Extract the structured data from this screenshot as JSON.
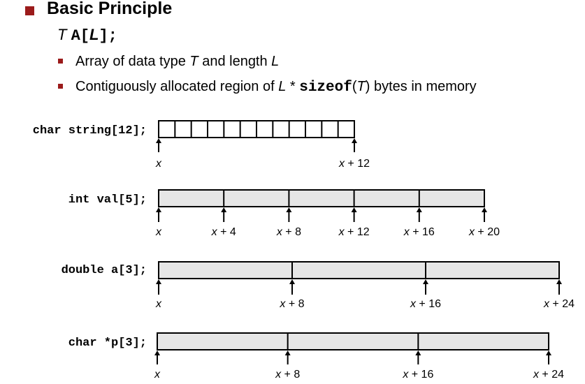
{
  "heading": {
    "title": "Basic Principle"
  },
  "declaration": {
    "type_var": "T",
    "array_expr": "A[",
    "length_var": "L",
    "close": "];"
  },
  "bullets": {
    "b1_pre": "Array of data type ",
    "b1_t": "T",
    "b1_mid": " and length ",
    "b1_l": "L",
    "b2_pre": "Contiguously allocated region of ",
    "b2_l": "L",
    "b2_star": " * ",
    "b2_sizeof": "sizeof",
    "b2_open": "(",
    "b2_t": "T",
    "b2_close": ")",
    "b2_post": " bytes in memory"
  },
  "arrays": [
    {
      "decl": "char string[12];",
      "cells": 12,
      "bytes": 12,
      "labels": [
        {
          "text": "x",
          "offset": 0
        },
        {
          "text": "x + 12",
          "offset": 12
        }
      ]
    },
    {
      "decl": "int val[5];",
      "cells": 5,
      "bytes": 20,
      "labels": [
        {
          "text": "x",
          "offset": 0
        },
        {
          "text": "x + 4",
          "offset": 4
        },
        {
          "text": "x + 8",
          "offset": 8
        },
        {
          "text": "x + 12",
          "offset": 12
        },
        {
          "text": "x + 16",
          "offset": 16
        },
        {
          "text": "x + 20",
          "offset": 20
        }
      ]
    },
    {
      "decl": "double a[3];",
      "cells": 3,
      "bytes": 24,
      "labels": [
        {
          "text": "x",
          "offset": 0
        },
        {
          "text": "x + 8",
          "offset": 8
        },
        {
          "text": "x + 16",
          "offset": 16
        },
        {
          "text": "x + 24",
          "offset": 24
        }
      ]
    },
    {
      "decl": "char *p[3];",
      "cells": 3,
      "bytes": 24,
      "labels": [
        {
          "text": "x",
          "offset": 0
        },
        {
          "text": "x + 8",
          "offset": 8
        },
        {
          "text": "x + 16",
          "offset": 16
        },
        {
          "text": "x + 24",
          "offset": 24
        }
      ]
    }
  ],
  "colors": {
    "bullet": "#9b1b1b",
    "cell_fill": "#e6e6e6",
    "stroke": "#000000"
  }
}
